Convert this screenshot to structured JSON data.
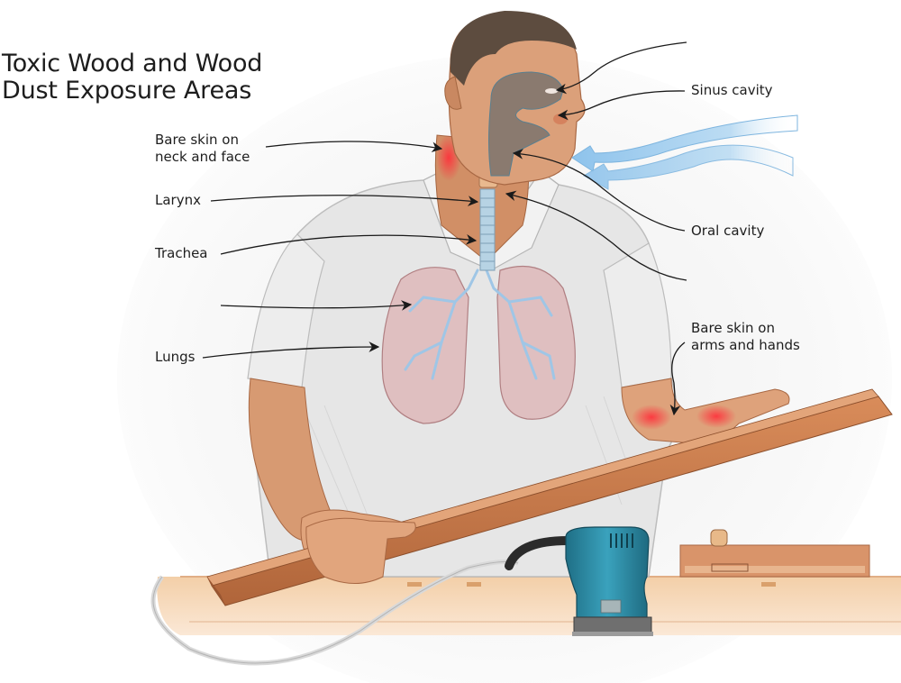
{
  "title": {
    "line1": "Toxic Wood and Wood",
    "line2": "Dust Exposure Areas"
  },
  "labels": {
    "bare_skin_neck": {
      "line1": "Bare skin on",
      "line2": "neck and face"
    },
    "larynx": "Larynx",
    "trachea": "Trachea",
    "lungs": "Lungs",
    "sinus_cavity": "Sinus cavity",
    "oral_cavity": "Oral cavity",
    "bare_skin_arms": {
      "line1": "Bare skin on",
      "line2": "arms and hands"
    }
  },
  "callouts": [
    {
      "name": "bare-skin-neck-arrow",
      "label": "Bare skin on neck and face",
      "target": "neck"
    },
    {
      "name": "larynx-arrow",
      "label": "Larynx",
      "target": "larynx"
    },
    {
      "name": "trachea-arrow",
      "label": "Trachea",
      "target": "trachea"
    },
    {
      "name": "bronchi-arrow",
      "label": "",
      "target": "bronchi"
    },
    {
      "name": "lungs-arrow",
      "label": "Lungs",
      "target": "lungs"
    },
    {
      "name": "eye-arrow",
      "label": "",
      "target": "eye"
    },
    {
      "name": "sinus-arrow",
      "label": "Sinus cavity",
      "target": "nose"
    },
    {
      "name": "oral-cavity-arrow",
      "label": "Oral cavity",
      "target": "mouth"
    },
    {
      "name": "throat-arrow",
      "label": "",
      "target": "throat"
    },
    {
      "name": "bare-skin-arms-arrow",
      "label": "Bare skin on arms and hands",
      "target": "wrist"
    }
  ],
  "colors": {
    "skin": "#d99a72",
    "skin_shadow": "#b8714b",
    "hair": "#5a4a3e",
    "shirt": "#e9e9e9",
    "shirt_shadow": "#c9c9c9",
    "lungs": "#dcb1b3",
    "bronchi": "#9fc6e6",
    "airflow": "#a9d0ee",
    "exposure_red": "#ff3b3b",
    "sinus_overlay": "#6b6b6b",
    "wood": "#c9794a",
    "wood_dark": "#a85e35",
    "bench": "#f1d1b0",
    "sander": "#2c8aa6",
    "arrow": "#1a1a1a"
  }
}
